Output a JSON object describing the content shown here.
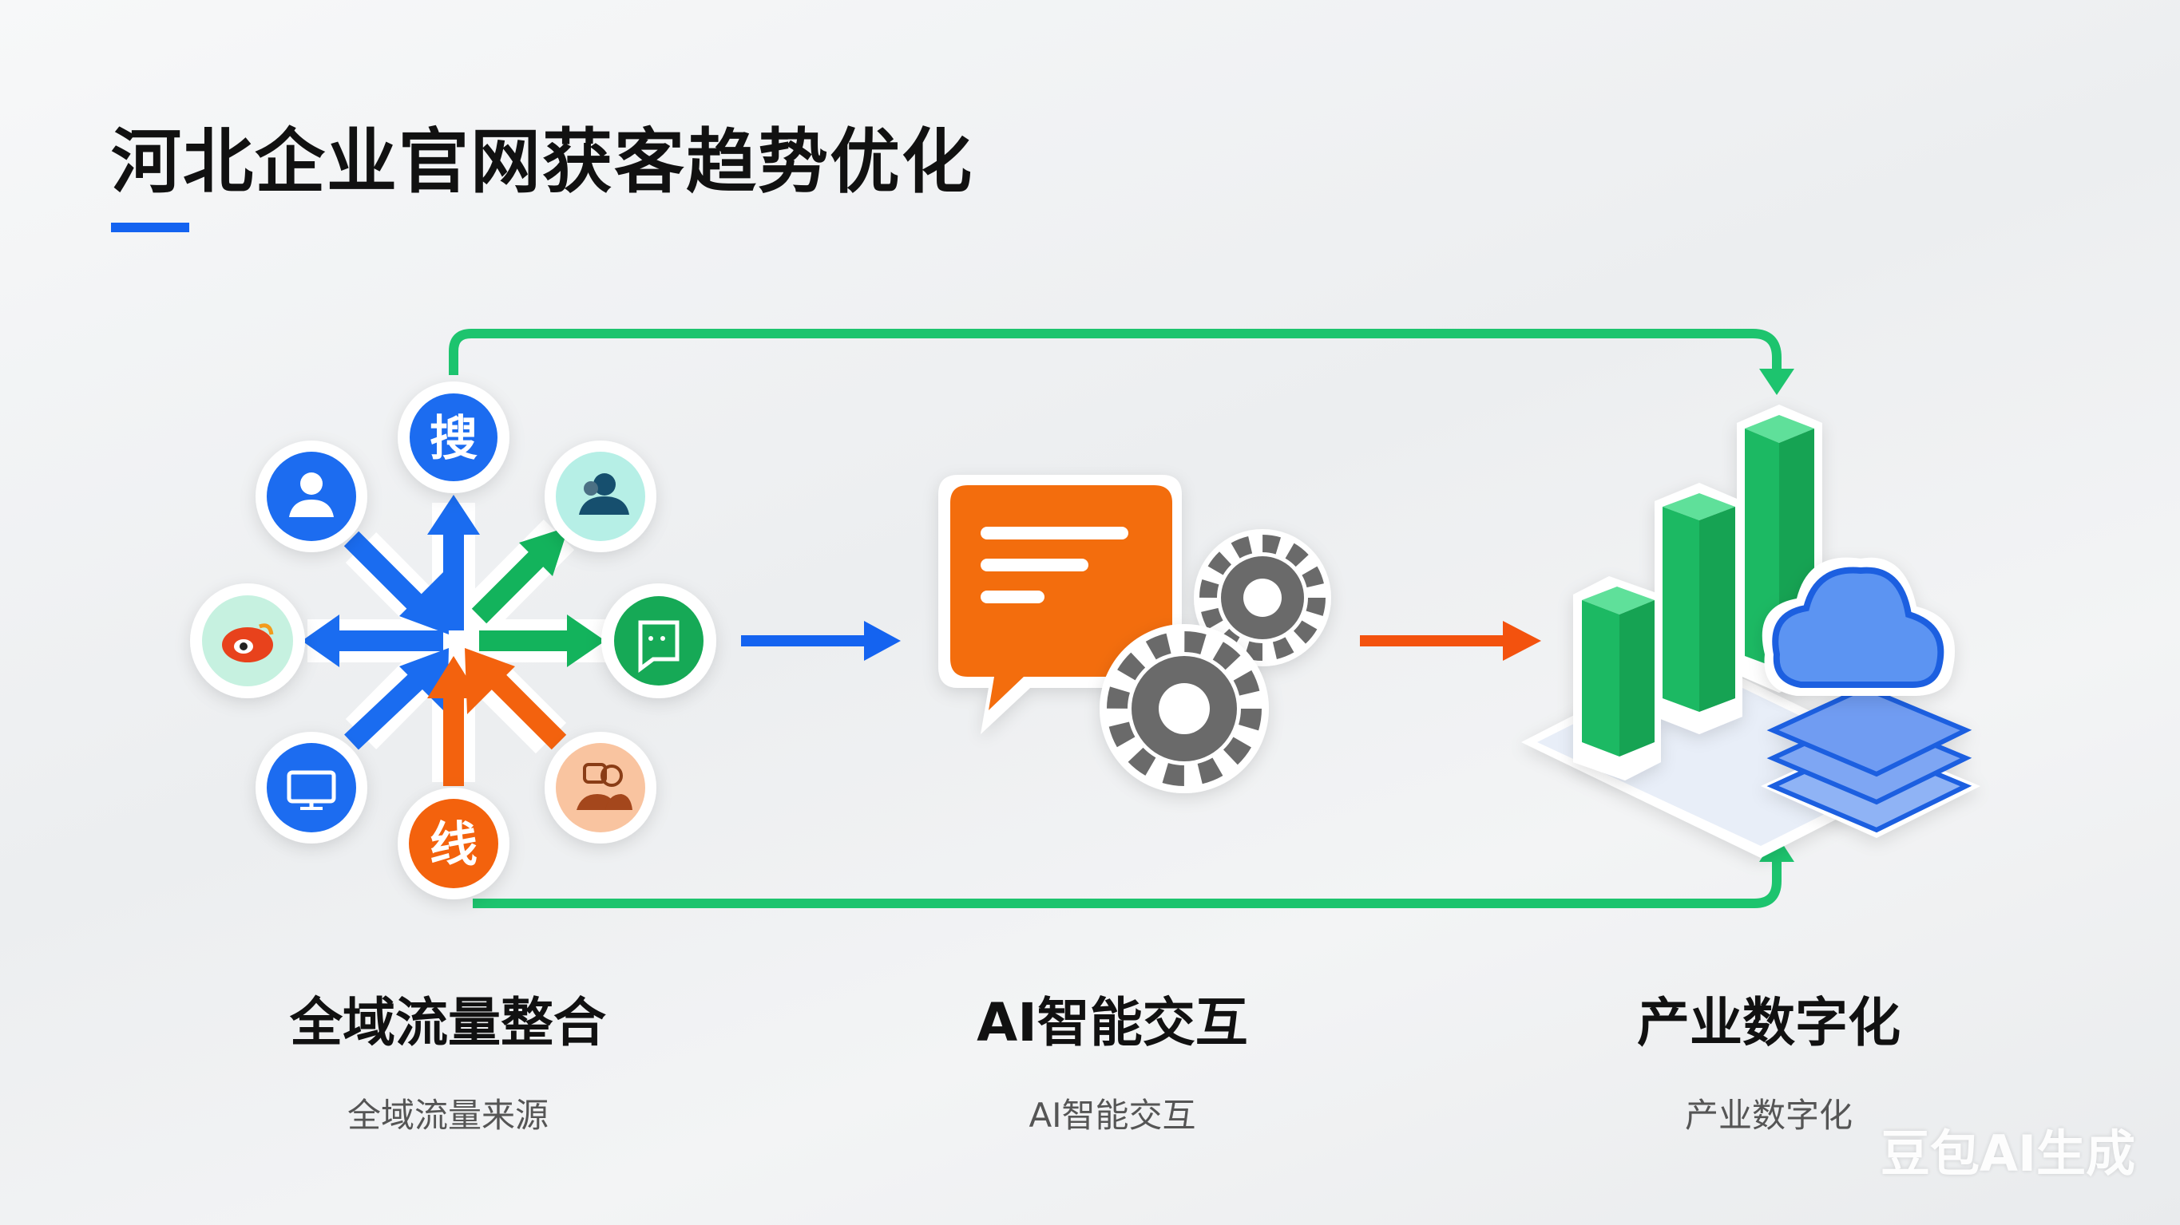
{
  "title": "河北企业官网获客趋势优化",
  "colors": {
    "blue": "#1463f0",
    "green": "#1dc46e",
    "orange": "#f3620e",
    "accent": "#1463f0"
  },
  "hub": {
    "nodes": [
      {
        "name": "search",
        "label": "搜",
        "icon": "search-char"
      },
      {
        "name": "user",
        "icon": "user-icon"
      },
      {
        "name": "group",
        "icon": "group-icon"
      },
      {
        "name": "weibo",
        "icon": "weibo-icon"
      },
      {
        "name": "wechat",
        "icon": "wechat-icon"
      },
      {
        "name": "monitor",
        "icon": "monitor-icon"
      },
      {
        "name": "offline",
        "label": "线",
        "icon": "offline-char"
      },
      {
        "name": "consult",
        "icon": "consult-icon"
      }
    ]
  },
  "stages": [
    {
      "title": "全域流量整合",
      "subtitle": "全域流量来源"
    },
    {
      "title": "AI智能交互",
      "subtitle": "AI智能交互"
    },
    {
      "title": "产业数字化",
      "subtitle": "产业数字化"
    }
  ],
  "watermark": "豆包AI生成"
}
